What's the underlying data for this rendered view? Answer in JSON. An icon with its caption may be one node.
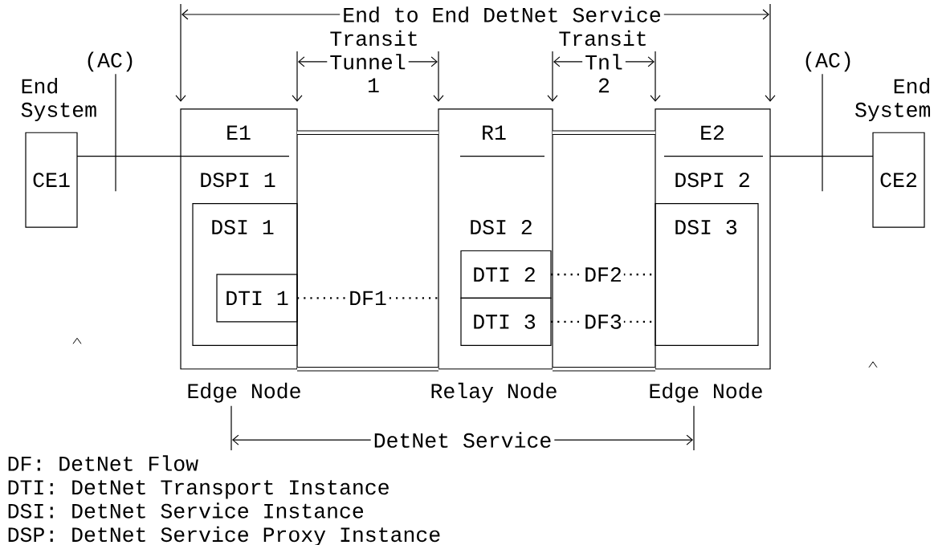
{
  "diagram": {
    "nodes": [
      {
        "text": [
          "End System",
          "CE1"
        ]
      },
      {
        "text": [
          "E1"
        ],
        "beside": [
          "Edge Node"
        ]
      },
      {
        "text": [
          "DSPI 1"
        ],
        "in": 1
      },
      {
        "text": [
          "DSI 1"
        ],
        "in": 1
      },
      {
        "text": [
          "DTI 1"
        ],
        "in": 3
      },
      {
        "text": [
          "R1"
        ],
        "beside": [
          "Relay Node"
        ]
      },
      {
        "text": [
          "DSI 2"
        ],
        "in": 5
      },
      {
        "text": [
          "DTI 2"
        ],
        "in": 5
      },
      {
        "text": [
          "DTI 3"
        ],
        "in": 5
      },
      {
        "text": [
          "E2"
        ],
        "beside": [
          "Edge Node"
        ]
      },
      {
        "text": [
          "DSPI 2"
        ],
        "in": 9
      },
      {
        "text": [
          "DSI 3"
        ],
        "in": 9
      },
      {
        "text": [
          "End System",
          "CE2"
        ]
      }
    ],
    "edges": [
      {
        "from": 0,
        "to": 1,
        "arrow": "none"
      },
      {
        "from": 1,
        "to": 5,
        "arrow": "none",
        "style": "thick"
      },
      {
        "from": 1,
        "to": 5,
        "arrow": "none",
        "style": "thick"
      },
      {
        "from": 4,
        "to": 5,
        "arrow": "none",
        "style": "dashed",
        "label": "DF1"
      },
      {
        "from": 5,
        "to": 9,
        "arrow": "none",
        "style": "thick"
      },
      {
        "from": 5,
        "to": 9,
        "arrow": "none",
        "style": "thick"
      },
      {
        "from": 7,
        "to": 9,
        "arrow": "none",
        "style": "dashed",
        "label": "DF2"
      },
      {
        "from": 8,
        "to": 9,
        "arrow": "none",
        "style": "dashed",
        "label": "DF3"
      },
      {
        "from": 9,
        "to": 12,
        "arrow": "none"
      }
    ],
    "labels": [
      "End to End DetNet Service",
      "Transit",
      "Transit",
      "(AC)",
      "Tunnel",
      "Tnl",
      "(AC)",
      "1",
      "2",
      "DetNet Service",
      "DF: DetNet Flow",
      "DTI: DetNet Transport Instance",
      "DSI: DetNet Service Instance",
      "DSP: DetNet Service Proxy Instance"
    ]
  }
}
